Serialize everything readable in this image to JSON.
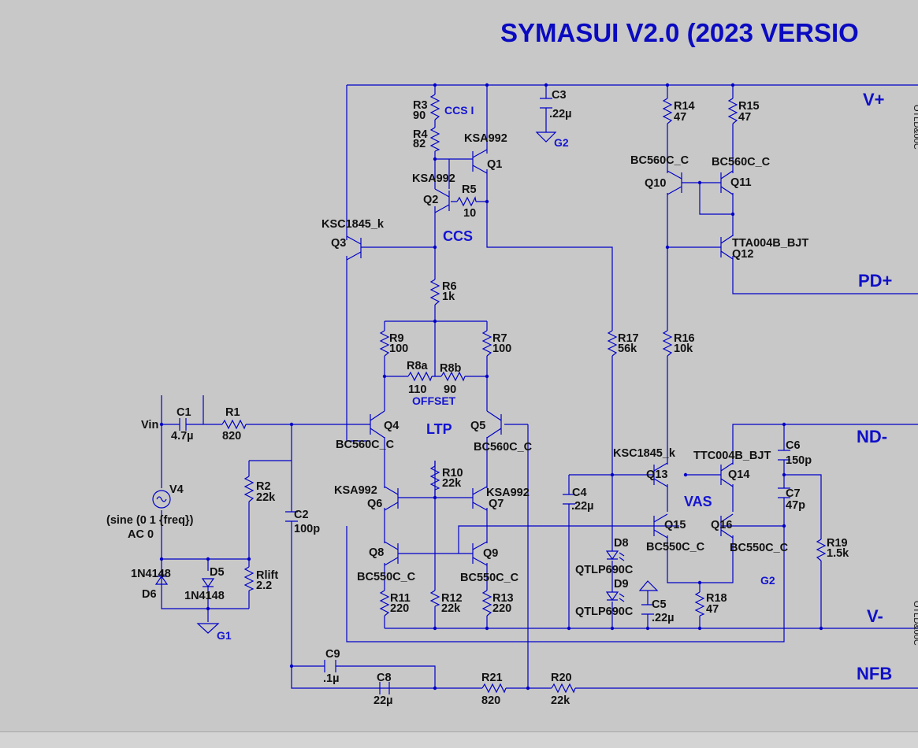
{
  "title": "SYMASUI V2.0 (2023 VERSIO",
  "rail_labels": {
    "vplus": "V+",
    "pdplus": "PD+",
    "ndminus": "ND-",
    "vminus": "V-",
    "nfb": "NFB"
  },
  "stage_labels": {
    "ccs": "CCS",
    "ltp": "LTP",
    "vas": "VAS"
  },
  "net_labels": {
    "ccs_i": "CCS I",
    "offset": "OFFSET",
    "g1": "G1",
    "g2_top": "G2",
    "g2_vas": "G2"
  },
  "clipped_text": "OTLD&00C",
  "components": {
    "r3": {
      "ref": "R3",
      "value": "90"
    },
    "r4": {
      "ref": "R4",
      "value": "82"
    },
    "r5": {
      "ref": "R5",
      "value": "10"
    },
    "r6": {
      "ref": "R6",
      "value": "1k"
    },
    "r7": {
      "ref": "R7",
      "value": "100"
    },
    "r8a": {
      "ref": "R8a",
      "value": "110"
    },
    "r8b": {
      "ref": "R8b",
      "value": "90"
    },
    "r9": {
      "ref": "R9",
      "value": "100"
    },
    "r1": {
      "ref": "R1",
      "value": "820"
    },
    "r2": {
      "ref": "R2",
      "value": "22k"
    },
    "r10": {
      "ref": "R10",
      "value": "22k"
    },
    "r11": {
      "ref": "R11",
      "value": "220"
    },
    "r12": {
      "ref": "R12",
      "value": "22k"
    },
    "r13": {
      "ref": "R13",
      "value": "220"
    },
    "r14": {
      "ref": "R14",
      "value": "47"
    },
    "r15": {
      "ref": "R15",
      "value": "47"
    },
    "r16": {
      "ref": "R16",
      "value": "10k"
    },
    "r17": {
      "ref": "R17",
      "value": "56k"
    },
    "r18": {
      "ref": "R18",
      "value": "47"
    },
    "r19": {
      "ref": "R19",
      "value": "1.5k"
    },
    "r20": {
      "ref": "R20",
      "value": "22k"
    },
    "r21": {
      "ref": "R21",
      "value": "820"
    },
    "rlift": {
      "ref": "Rlift",
      "value": "2.2"
    },
    "c1": {
      "ref": "C1",
      "value": "4.7µ"
    },
    "c2": {
      "ref": "C2",
      "value": "100p"
    },
    "c3": {
      "ref": "C3",
      "value": ".22µ"
    },
    "c4": {
      "ref": "C4",
      "value": ".22µ"
    },
    "c5": {
      "ref": "C5",
      "value": ".22µ"
    },
    "c6": {
      "ref": "C6",
      "value": "150p"
    },
    "c7": {
      "ref": "C7",
      "value": "47p"
    },
    "c8": {
      "ref": "C8",
      "value": "22µ"
    },
    "c9": {
      "ref": "C9",
      "value": ".1µ"
    },
    "q1": {
      "ref": "Q1",
      "model": "KSA992"
    },
    "q2": {
      "ref": "Q2",
      "model": "KSA992"
    },
    "q3": {
      "ref": "Q3",
      "model": "KSC1845_k"
    },
    "q4": {
      "ref": "Q4",
      "model": "BC560C_C"
    },
    "q5": {
      "ref": "Q5",
      "model": "BC560C_C"
    },
    "q6": {
      "ref": "Q6",
      "model": "KSA992"
    },
    "q7": {
      "ref": "Q7",
      "model": "KSA992"
    },
    "q8": {
      "ref": "Q8",
      "model": "BC550C_C"
    },
    "q9": {
      "ref": "Q9",
      "model": "BC550C_C"
    },
    "q10": {
      "ref": "Q10",
      "model": "BC560C_C"
    },
    "q11": {
      "ref": "Q11",
      "model": "BC560C_C"
    },
    "q12": {
      "ref": "Q12",
      "model": "TTA004B_BJT"
    },
    "q13": {
      "ref": "Q13",
      "model": "KSC1845_k"
    },
    "q14": {
      "ref": "Q14",
      "model": "TTC004B_BJT"
    },
    "q15": {
      "ref": "Q15",
      "model": "BC550C_C"
    },
    "q16": {
      "ref": "Q16",
      "model": "BC550C_C"
    },
    "d5": {
      "ref": "D5",
      "model": "1N4148"
    },
    "d6": {
      "ref": "D6",
      "model": "1N4148"
    },
    "d8": {
      "ref": "D8",
      "model": "QTLP690C"
    },
    "d9": {
      "ref": "D9",
      "model": "QTLP690C"
    },
    "v4": {
      "ref": "V4",
      "line1": "(sine (0 1 {freq})",
      "line2": "AC 0"
    },
    "vin": {
      "ref": "Vin"
    }
  }
}
